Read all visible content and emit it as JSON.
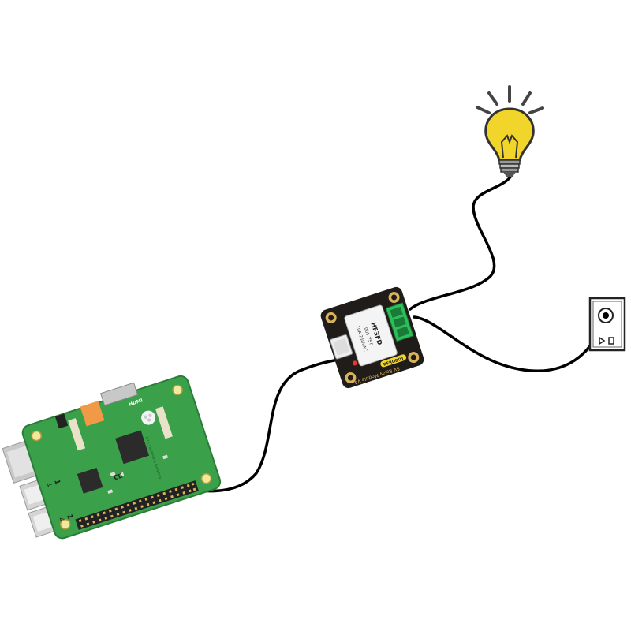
{
  "colors": {
    "pcb_green": "#3aa04a",
    "pcb_dark": "#2c7c39",
    "module_black": "#1f1c1a",
    "relay_white": "#f4f4f4",
    "terminal_green": "#2fbf5a",
    "bulb_yellow": "#f2d52b",
    "wire": "#000000",
    "gold": "#d9b35a"
  },
  "raspberry_pi": {
    "hdmi_label": "HDMI",
    "usb_top_label": "1",
    "usb_top_label2": "∡",
    "usb_bottom_label": "1",
    "usb_bottom_label2": "∡",
    "ce_mark": "CE",
    "board_text": "Raspberry Pi Model B+ V1.2"
  },
  "relay_module": {
    "relay_label": "HF3FD",
    "relay_sub1": "005-ZST",
    "relay_sub2": "10A 250VAC",
    "board_label": "5V Relay Module V4",
    "brand_label": "DFROBOT"
  },
  "icons": {
    "bulb": "light-bulb-icon",
    "outlet": "wall-outlet-icon",
    "pi": "raspberry-pi-logo-icon"
  }
}
